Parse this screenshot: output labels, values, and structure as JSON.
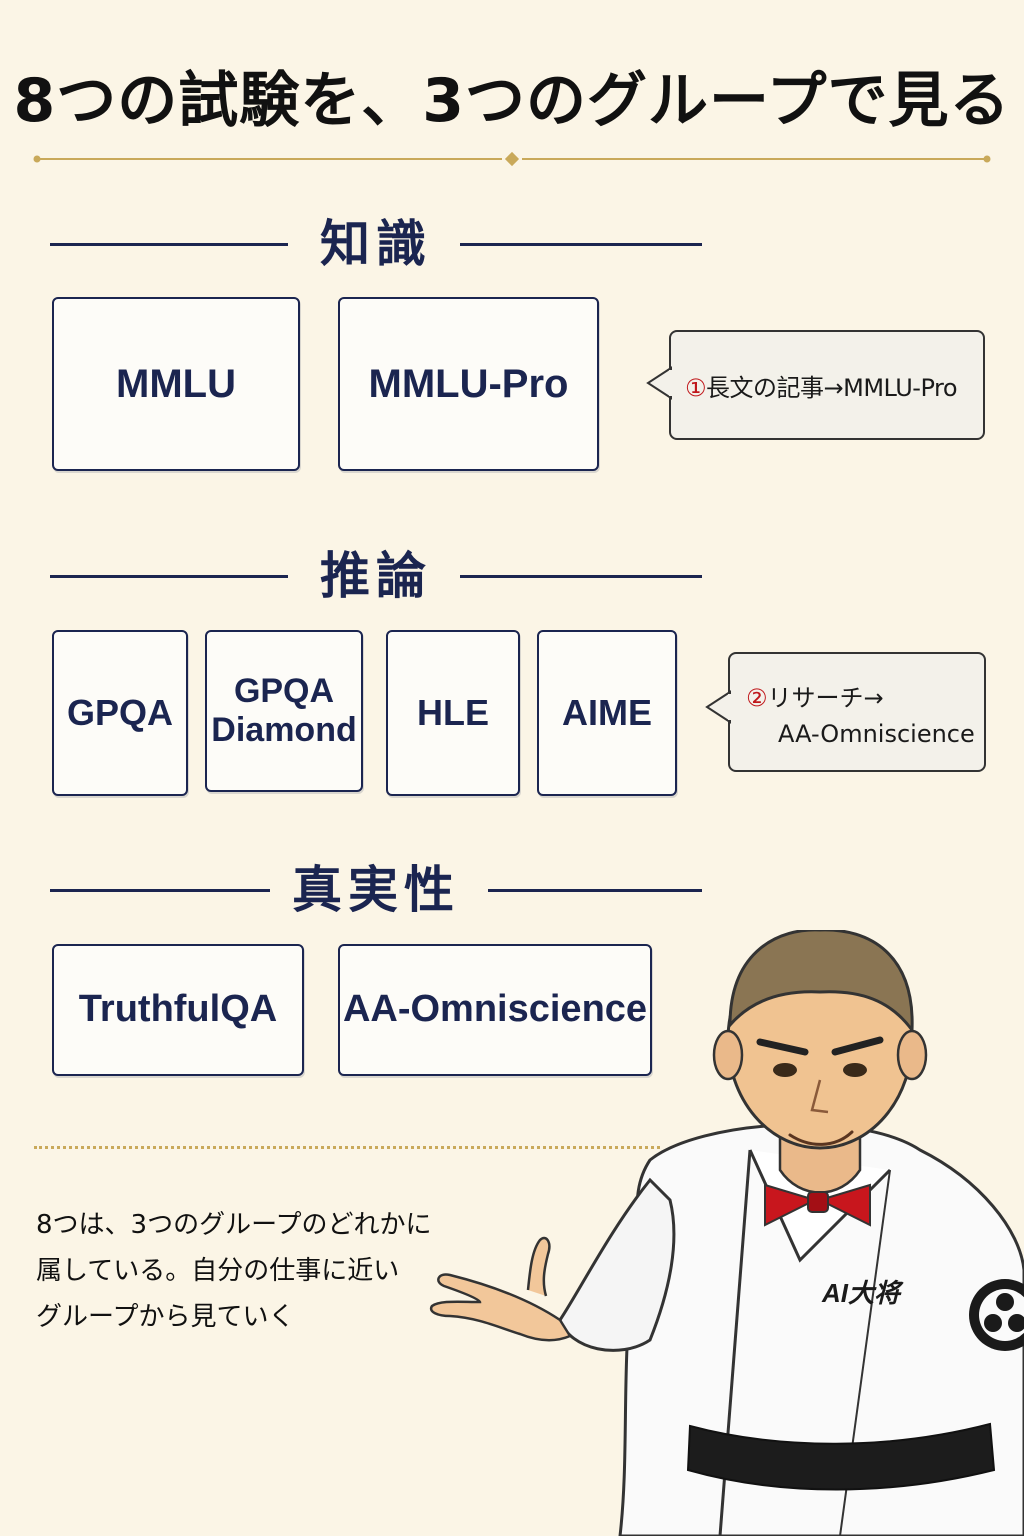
{
  "title": "8つの試験を、3つのグループで見る",
  "groups": [
    {
      "label": "知識",
      "items": [
        "MMLU",
        "MMLU-Pro"
      ]
    },
    {
      "label": "推論",
      "items": [
        "GPQA",
        "GPQA Diamond",
        "HLE",
        "AIME"
      ]
    },
    {
      "label": "真実性",
      "items": [
        "TruthfulQA",
        "AA-Omniscience"
      ]
    }
  ],
  "notes": [
    {
      "num": "①",
      "text": "長文の記事→MMLU-Pro"
    },
    {
      "num": "②",
      "line1": "リサーチ→",
      "line2": "AA-Omniscience"
    }
  ],
  "footer": {
    "line1": "8つは、3つのグループのどれかに",
    "line2": "属している。自分の仕事に近い",
    "line3": "グループから見ていく"
  },
  "character": {
    "uniform_text": "AI大将"
  },
  "colors": {
    "navy": "#1b2550",
    "background": "#fbf5e6",
    "accent_gold": "#c9a95a",
    "note_red": "#c0171b"
  }
}
